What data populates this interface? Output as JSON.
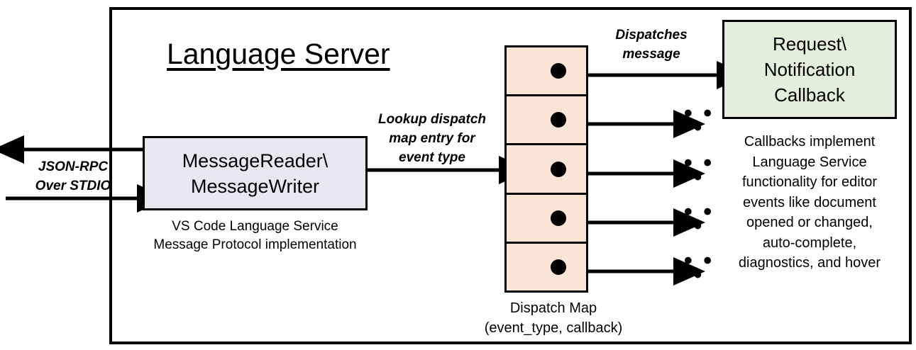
{
  "diagram": {
    "title": "Language Server",
    "external_channel": {
      "label": "JSON-RPC\nOver STDIO",
      "line1": "JSON-RPC",
      "line2": "Over STDIO",
      "outbound_arrow": "arrow-left-out",
      "inbound_arrow": "arrow-right-in"
    },
    "message_io": {
      "box_line1": "MessageReader\\",
      "box_line2": "MessageWriter",
      "caption_line1": "VS Code Language Service",
      "caption_line2": "Message Protocol implementation",
      "fill_color": "#EAE6F0",
      "border_color": "#000000"
    },
    "lookup_edge": {
      "line1": "Lookup dispatch",
      "line2": "map entry for",
      "line3": "event type"
    },
    "dispatch_map": {
      "caption_line1": "Dispatch Map",
      "caption_line2": "(event_type, callback)",
      "fill_color": "#FBE5D6",
      "border_color": "#000000",
      "rows": [
        {
          "index": 1,
          "dot": "entry-dot"
        },
        {
          "index": 2,
          "dot": "entry-dot"
        },
        {
          "index": 3,
          "dot": "entry-dot"
        },
        {
          "index": 4,
          "dot": "entry-dot"
        },
        {
          "index": 5,
          "dot": "entry-dot"
        }
      ]
    },
    "dispatch_edge": {
      "line1": "Dispatches",
      "line2": "message"
    },
    "callback": {
      "box_line1": "Request\\",
      "box_line2": "Notification",
      "box_line3": "Callback",
      "fill_color": "#E6EDDC",
      "border_color": "#000000",
      "caption_line1": "Callbacks implement",
      "caption_line2": "Language Service",
      "caption_line3": "functionality for editor",
      "caption_line4": "events like document",
      "caption_line5": "opened or changed,",
      "caption_line6": "auto-complete,",
      "caption_line7": "diagnostics, and hover"
    },
    "ellipses": [
      {
        "index": 1,
        "text": "• • •"
      },
      {
        "index": 2,
        "text": "• • •"
      },
      {
        "index": 3,
        "text": "• • •"
      },
      {
        "index": 4,
        "text": "• • •"
      }
    ]
  }
}
